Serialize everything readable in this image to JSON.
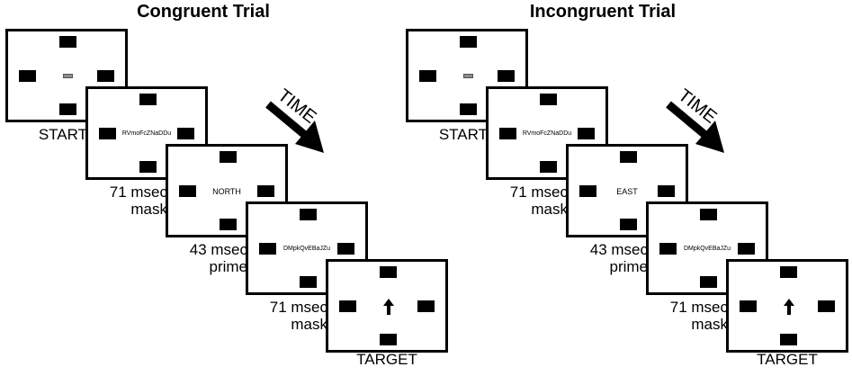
{
  "panels": [
    {
      "title": "Congruent Trial",
      "time_label": "TIME",
      "frames": [
        {
          "kind": "fixation",
          "label_lines": [
            "START"
          ]
        },
        {
          "kind": "mask",
          "stimulus": "RVmoFcZNaDDu",
          "label_lines": [
            "71 msec",
            "mask"
          ]
        },
        {
          "kind": "word",
          "stimulus": "NORTH",
          "label_lines": [
            "43 msec",
            "prime"
          ]
        },
        {
          "kind": "mask",
          "stimulus": "DMpkQvEBaJZu",
          "label_lines": [
            "71 msec",
            "mask"
          ]
        },
        {
          "kind": "target",
          "stimulus": "up-arrow-icon",
          "label_lines": [
            "TARGET"
          ]
        }
      ]
    },
    {
      "title": "Incongruent Trial",
      "time_label": "TIME",
      "frames": [
        {
          "kind": "fixation",
          "label_lines": [
            "START"
          ]
        },
        {
          "kind": "mask",
          "stimulus": "RVmoFcZNaDDu",
          "label_lines": [
            "71 msec",
            "mask"
          ]
        },
        {
          "kind": "word",
          "stimulus": "EAST",
          "label_lines": [
            "43 msec",
            "prime"
          ]
        },
        {
          "kind": "mask",
          "stimulus": "DMpkQvEBaJZu",
          "label_lines": [
            "71 msec",
            "mask"
          ]
        },
        {
          "kind": "target",
          "stimulus": "up-arrow-icon",
          "label_lines": [
            "TARGET"
          ]
        }
      ]
    }
  ],
  "colors": {
    "ink": "#000000",
    "fixation": "#8c8c8c",
    "background": "#ffffff"
  }
}
